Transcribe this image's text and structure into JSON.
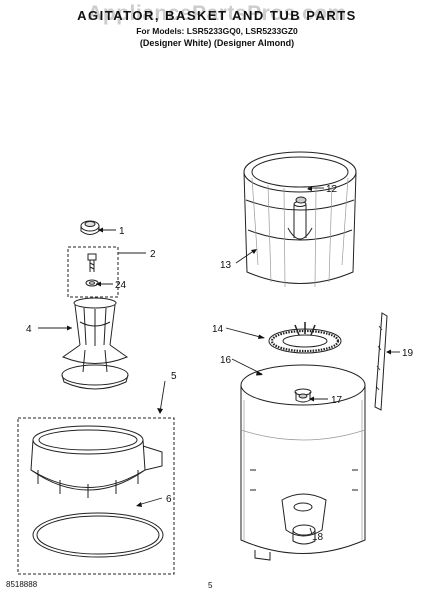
{
  "header": {
    "title": "AGITATOR, BASKET AND TUB PARTS",
    "models": "For Models: LSR5233GQ0, LSR5233GZ0",
    "finish": "(Designer White) (Designer Almond)"
  },
  "watermark": "AppliancePartsPros.com",
  "footer": {
    "code": "8518888",
    "page": "5"
  },
  "callouts": [
    "1",
    "2",
    "24",
    "4",
    "5",
    "6",
    "12",
    "13",
    "14",
    "16",
    "17",
    "19",
    "18"
  ]
}
